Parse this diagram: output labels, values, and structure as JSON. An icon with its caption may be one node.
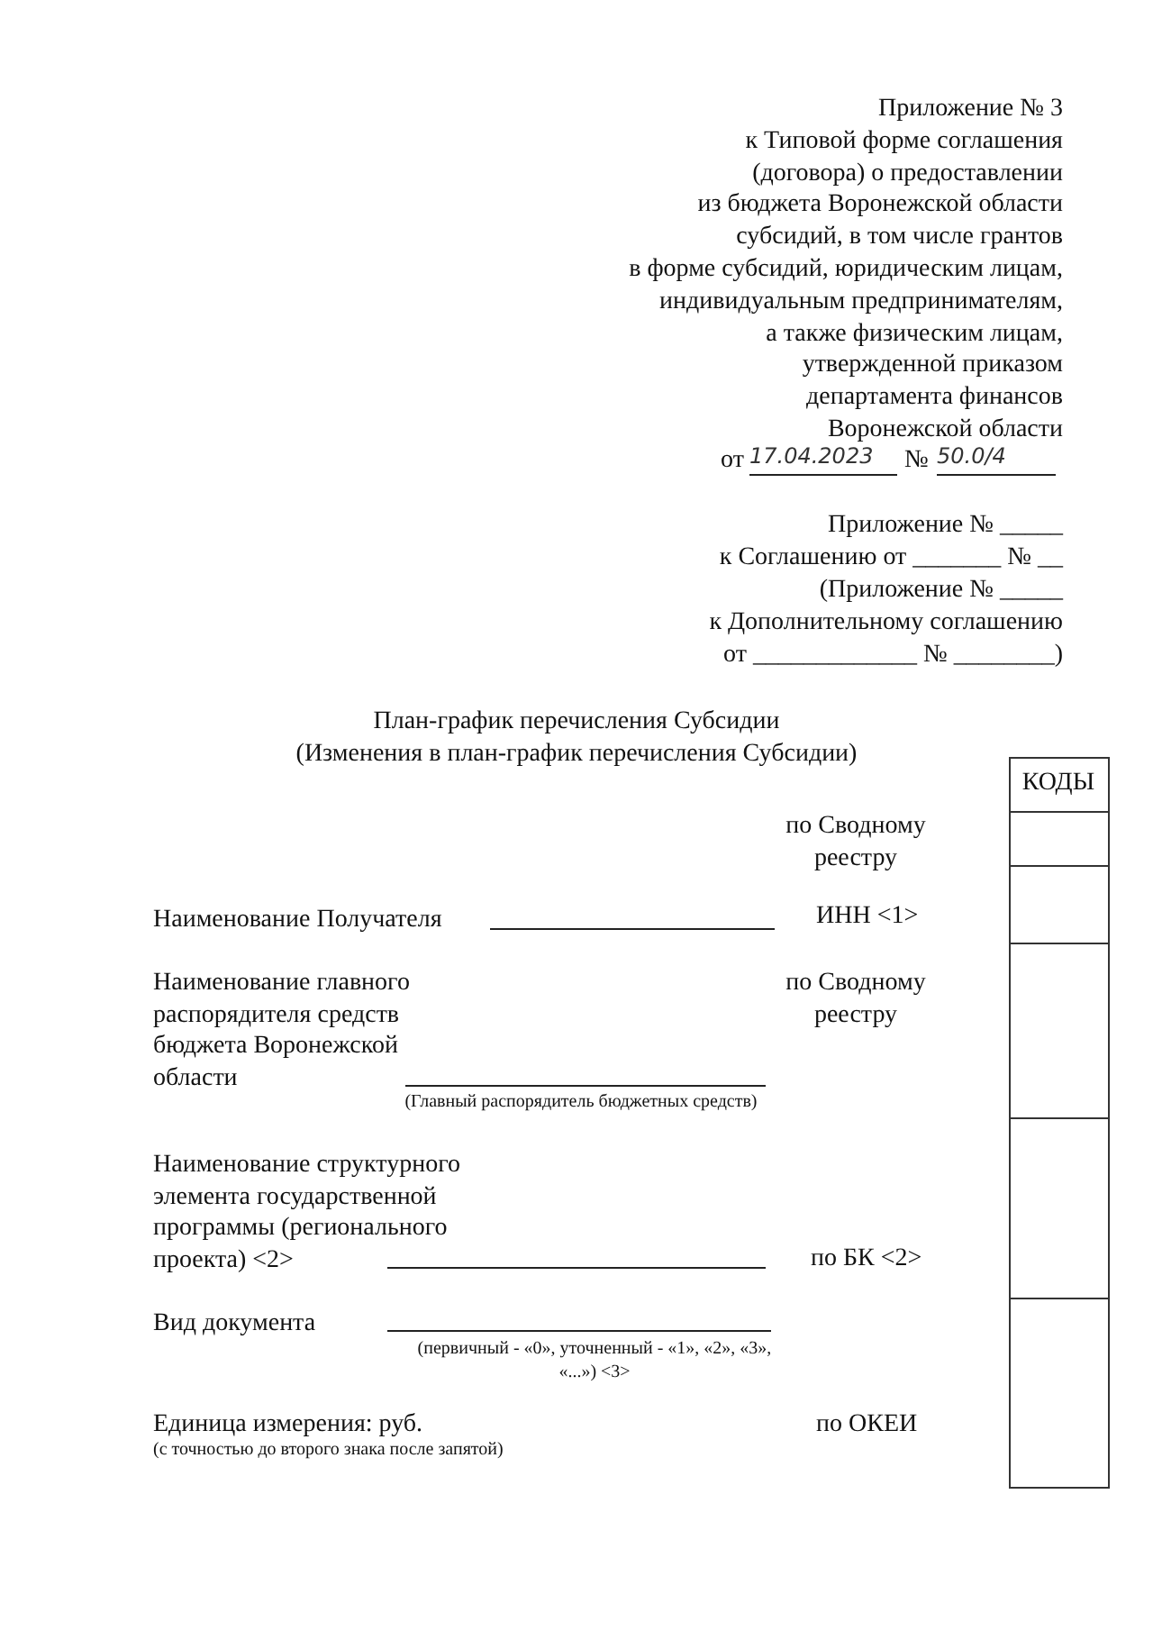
{
  "diagram": {
    "title": "План-график перечисления Субсидии",
    "labels": [
      "Приложение № 3",
      "к Типовой форме соглашения",
      "(договора) о предоставлении",
      "из бюджета Воронежской области",
      "субсидий, в том числе грантов",
      "в форме субсидий, юридическим лицам,",
      "индивидуальным предпринимателям,",
      "а также физическим лицам,",
      "утвержденной приказом",
      "департамента финансов",
      "Воронежской области",
      "от",
      "17.04.2023",
      "№",
      "50.0/4",
      "Приложение № _____",
      "к Соглашению от _______ № __",
      "(Приложение № _____",
      "к Дополнительному соглашению",
      "от _____________ № ________)",
      "(Изменения в план-график перечисления Субсидии)",
      "КОДЫ",
      "по Сводному реестру",
      "Наименование Получателя",
      "ИНН <1>",
      "Наименование главного распорядителя средств бюджета Воронежской области",
      "по Сводному реестру",
      "(Главный распорядитель  бюджетных средств)",
      "Наименование структурного элемента государственной программы (регионального проекта) <2>",
      "по БК <2>",
      "Вид документа",
      "(первичный - «0», уточненный - «1», «2», «3», «...») <3>",
      "Единица измерения: руб.",
      "(с точностью до второго знака после запятой)",
      "по ОКЕИ"
    ]
  }
}
